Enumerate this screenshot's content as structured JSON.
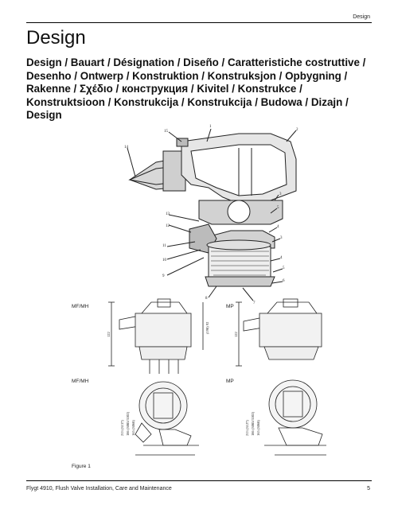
{
  "header": {
    "section": "Design"
  },
  "page": {
    "title": "Design",
    "subtitle": "Design / Bauart / Désignation / Diseño / Caratteristiche costruttive / Desenho / Ontwerp / Konstruktion / Konstruksjon / Opbygning / Rakenne / Σχέδιο / конструкция / Kivitel / Konstrukce / Konstruktsioon / Konstrukcija / Konstrukcija / Budowa / Dizajn / Design"
  },
  "drawing_labels": {
    "mf_mh_side": "MF/MH",
    "mp_side": "MP",
    "mf_mh_top": "MF/MH",
    "mp_top": "MP"
  },
  "figure": {
    "caption": "Figure 1"
  },
  "footer": {
    "document": "Flygt 4910, Flush Valve Installation, Care and Maintenance",
    "page_number": "5"
  }
}
